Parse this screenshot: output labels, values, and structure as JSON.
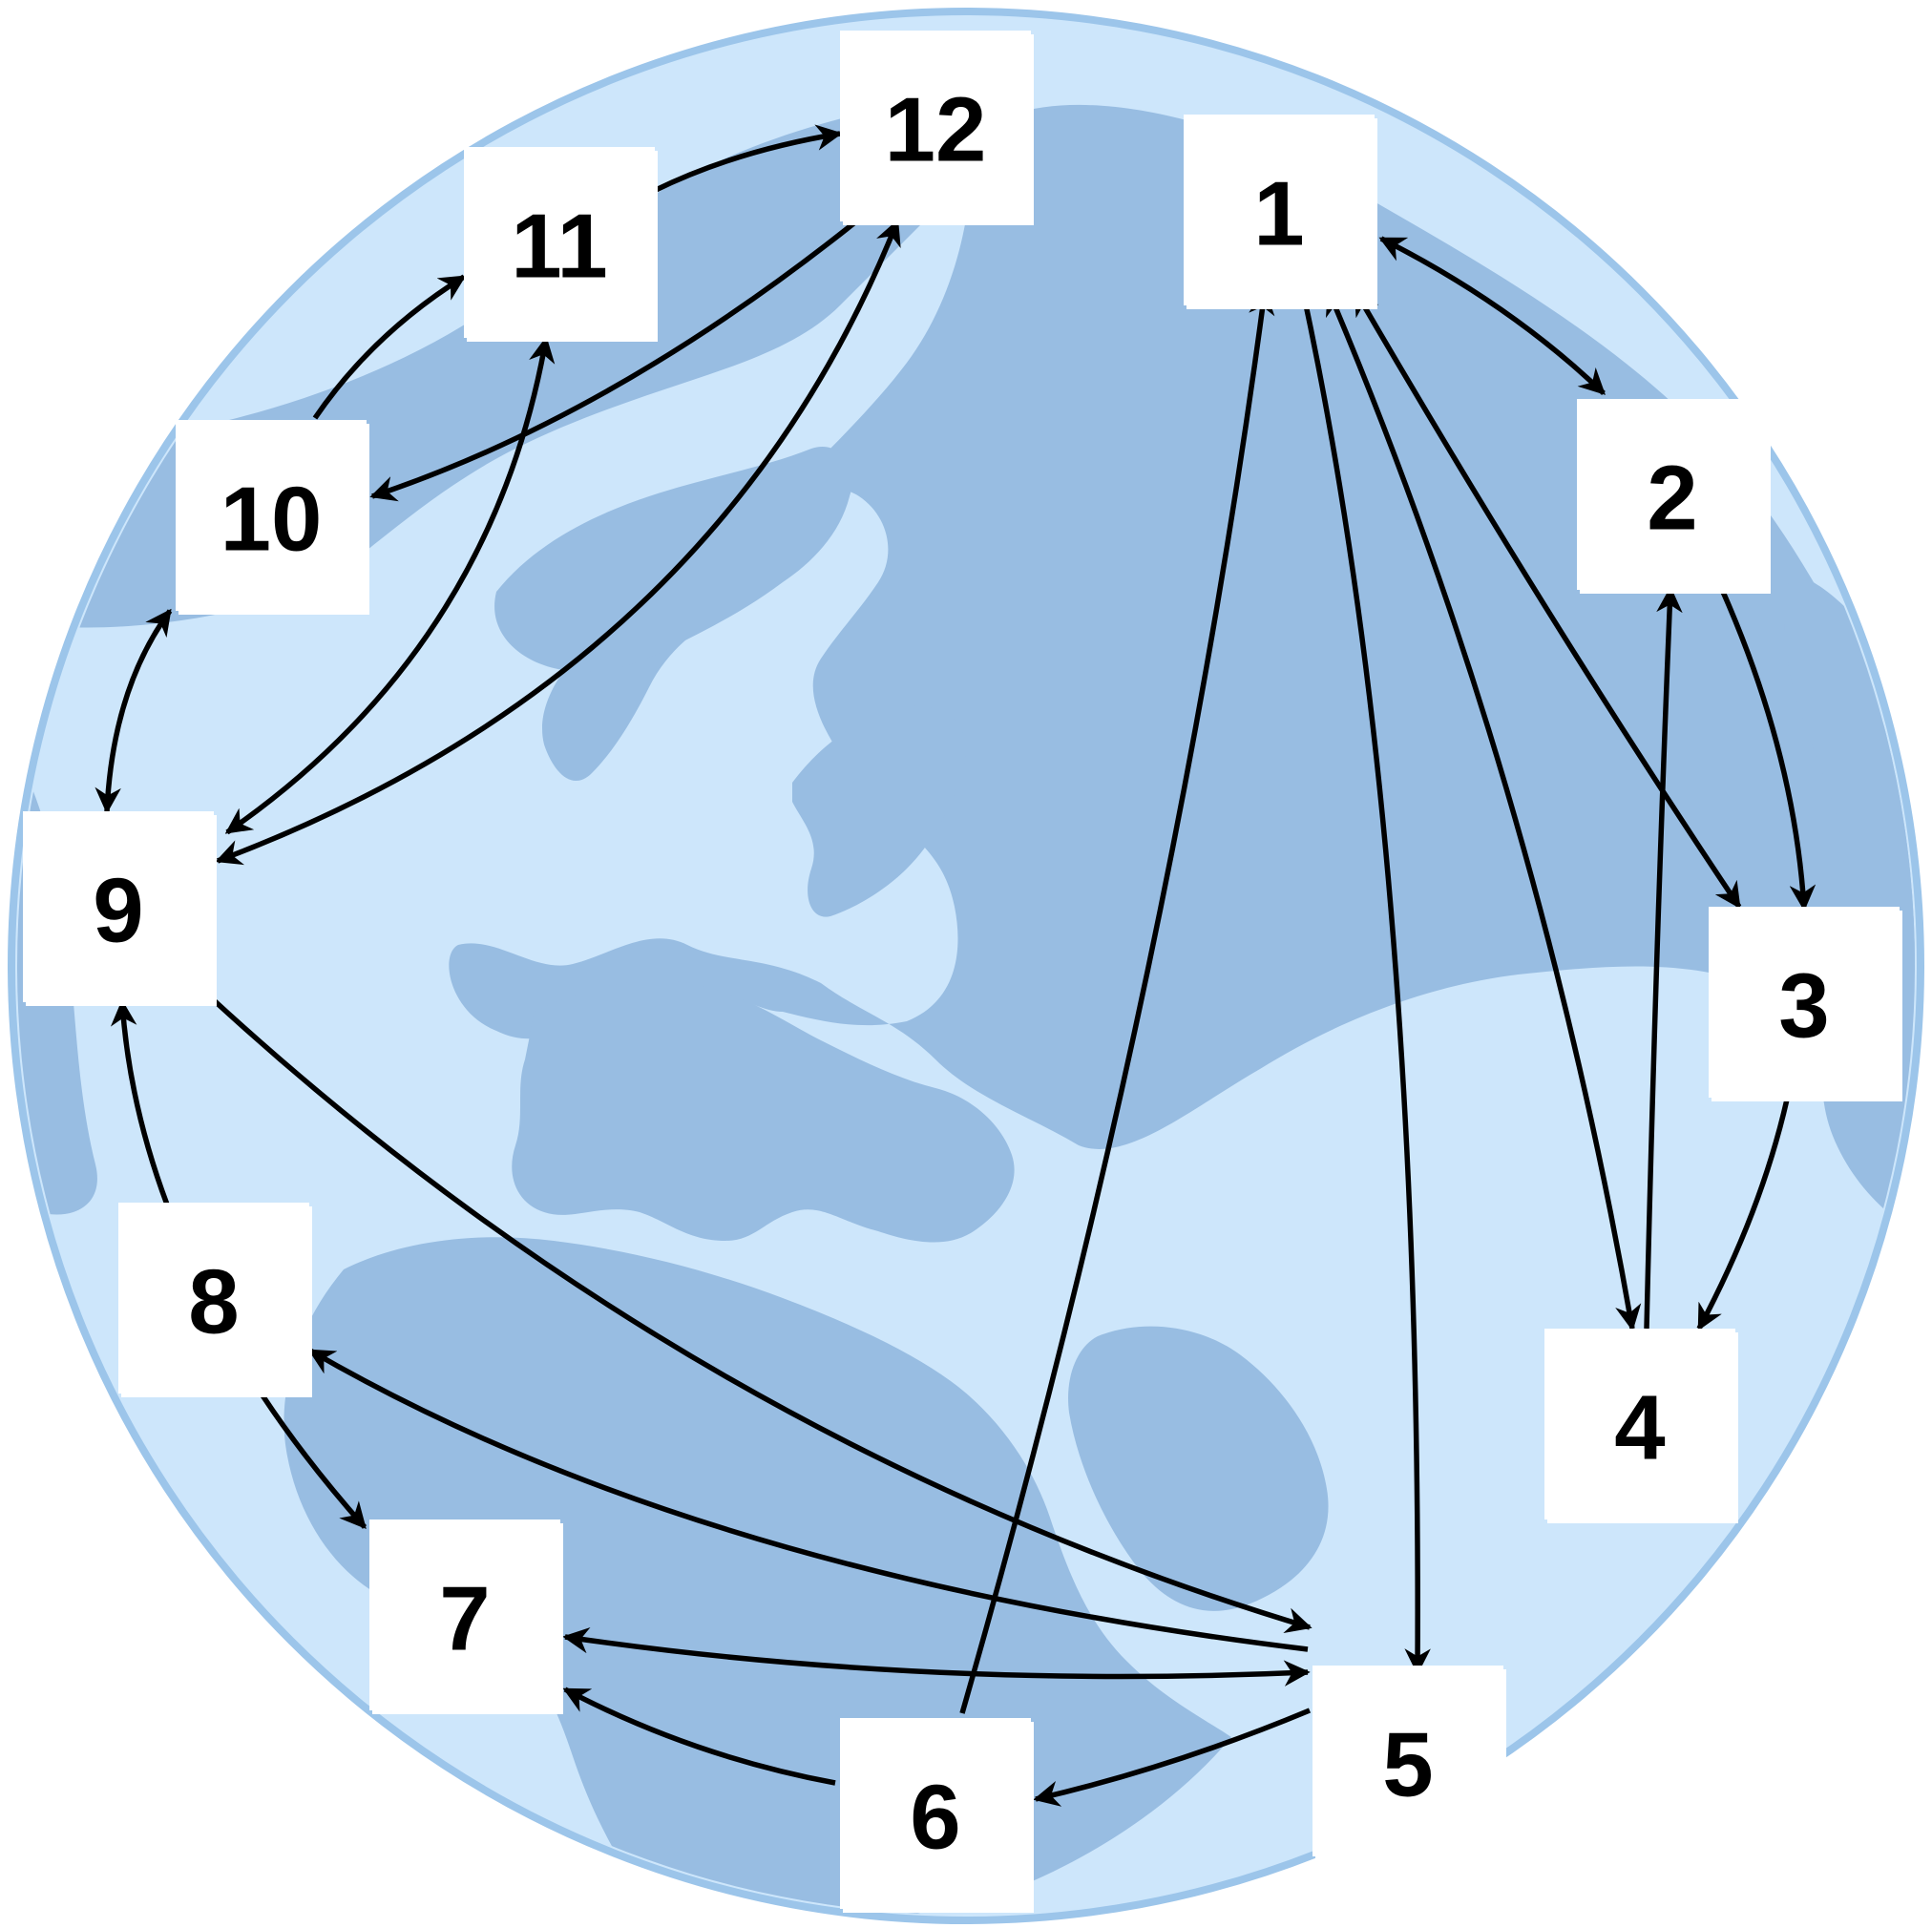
{
  "colors": {
    "ocean": "#cde6fb",
    "globe_outline": "#9cc5ea",
    "land": "#98bde2",
    "node_fill": "#ffffff",
    "edge": "#000000"
  },
  "nodes": [
    {
      "id": "1",
      "label": "1"
    },
    {
      "id": "2",
      "label": "2"
    },
    {
      "id": "3",
      "label": "3"
    },
    {
      "id": "4",
      "label": "4"
    },
    {
      "id": "5",
      "label": "5"
    },
    {
      "id": "6",
      "label": "6"
    },
    {
      "id": "7",
      "label": "7"
    },
    {
      "id": "8",
      "label": "8"
    },
    {
      "id": "9",
      "label": "9"
    },
    {
      "id": "10",
      "label": "10"
    },
    {
      "id": "11",
      "label": "11"
    },
    {
      "id": "12",
      "label": "12"
    }
  ],
  "edges": [
    {
      "id": "1-2",
      "from": "1",
      "to": "2",
      "direction": "both"
    },
    {
      "id": "2-3",
      "from": "2",
      "to": "3",
      "direction": "forward"
    },
    {
      "id": "3-1",
      "from": "3",
      "to": "1",
      "direction": "both"
    },
    {
      "id": "3-4",
      "from": "3",
      "to": "4",
      "direction": "forward"
    },
    {
      "id": "4-2",
      "from": "4",
      "to": "2",
      "direction": "forward"
    },
    {
      "id": "4-1",
      "from": "4",
      "to": "1",
      "direction": "both"
    },
    {
      "id": "1-5",
      "from": "1",
      "to": "5",
      "direction": "forward"
    },
    {
      "id": "6-1",
      "from": "6",
      "to": "1",
      "direction": "forward"
    },
    {
      "id": "5-6",
      "from": "5",
      "to": "6",
      "direction": "forward"
    },
    {
      "id": "5-7",
      "from": "5",
      "to": "7",
      "direction": "both"
    },
    {
      "id": "6-7",
      "from": "6",
      "to": "7",
      "direction": "forward"
    },
    {
      "id": "5-8",
      "from": "5",
      "to": "8",
      "direction": "forward"
    },
    {
      "id": "8-7",
      "from": "8",
      "to": "7",
      "direction": "forward"
    },
    {
      "id": "8-9",
      "from": "8",
      "to": "9",
      "direction": "forward"
    },
    {
      "id": "9-5",
      "from": "9",
      "to": "5",
      "direction": "forward"
    },
    {
      "id": "9-10",
      "from": "9",
      "to": "10",
      "direction": "both"
    },
    {
      "id": "10-11",
      "from": "10",
      "to": "11",
      "direction": "forward"
    },
    {
      "id": "11-12",
      "from": "11",
      "to": "12",
      "direction": "forward"
    },
    {
      "id": "12-10",
      "from": "12",
      "to": "10",
      "direction": "forward"
    },
    {
      "id": "11-9",
      "from": "11",
      "to": "9",
      "direction": "both"
    },
    {
      "id": "12-9",
      "from": "12",
      "to": "9",
      "direction": "both"
    }
  ]
}
